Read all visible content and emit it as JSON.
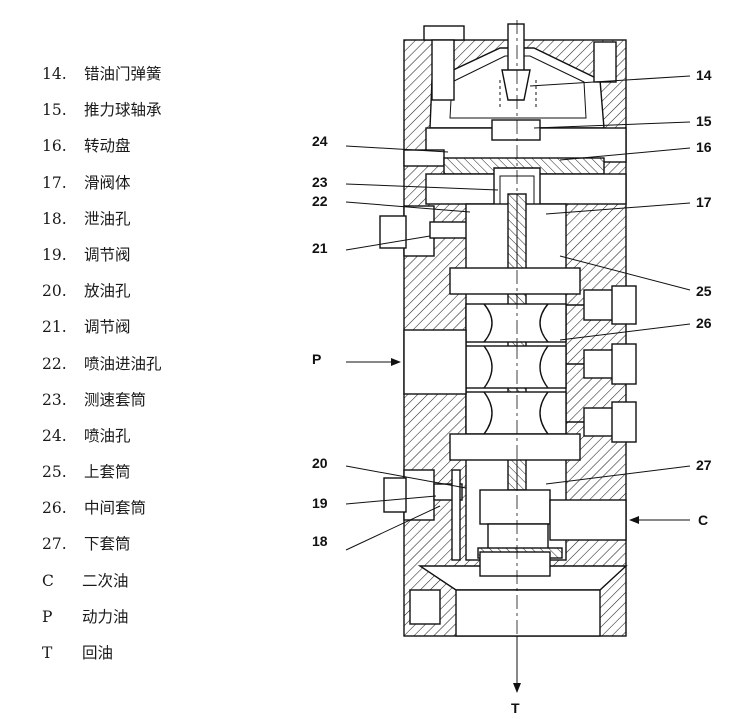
{
  "legend": [
    {
      "id": "14",
      "text": "错油门弹簧"
    },
    {
      "id": "15",
      "text": "推力球轴承"
    },
    {
      "id": "16",
      "text": "转动盘"
    },
    {
      "id": "17",
      "text": "滑阀体"
    },
    {
      "id": "18",
      "text": "泄油孔"
    },
    {
      "id": "19",
      "text": "调节阀"
    },
    {
      "id": "20",
      "text": "放油孔"
    },
    {
      "id": "21",
      "text": "调节阀"
    },
    {
      "id": "22",
      "text": "喷油进油孔"
    },
    {
      "id": "23",
      "text": "测速套筒"
    },
    {
      "id": "24",
      "text": "喷油孔"
    },
    {
      "id": "25",
      "text": "上套筒"
    },
    {
      "id": "26",
      "text": "中间套筒"
    },
    {
      "id": "27",
      "text": "下套筒"
    },
    {
      "id": "C",
      "text": "二次油"
    },
    {
      "id": "P",
      "text": "动力油"
    },
    {
      "id": "T",
      "text": "回油"
    }
  ],
  "callouts": {
    "c14": "14",
    "c15": "15",
    "c16": "16",
    "c17": "17",
    "c18": "18",
    "c19": "19",
    "c20": "20",
    "c21": "21",
    "c22": "22",
    "c23": "23",
    "c24": "24",
    "c25": "25",
    "c26": "26",
    "c27": "27",
    "port_p": "P",
    "port_c": "C",
    "port_t": "T"
  }
}
